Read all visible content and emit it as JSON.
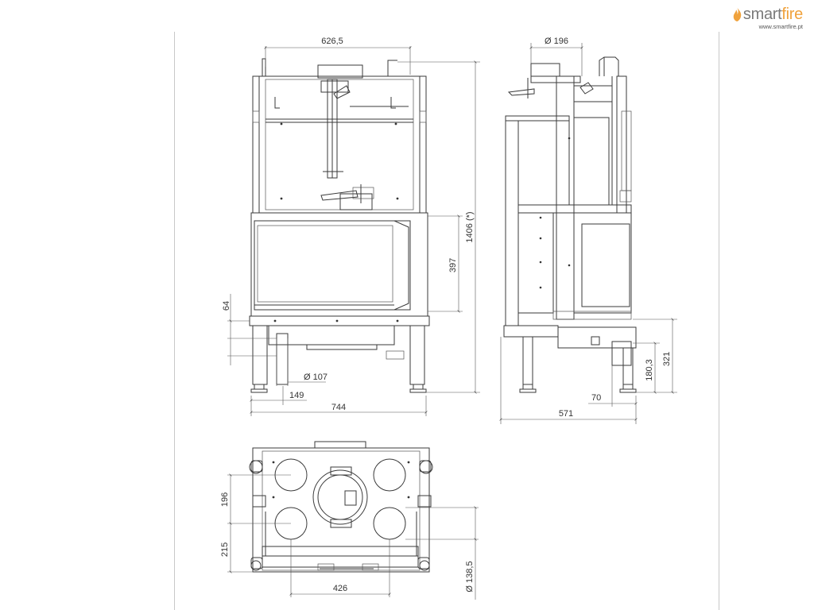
{
  "brand": {
    "name_a": "smart",
    "name_b": "fire",
    "url": "www.smartfire.pt",
    "text_color": "#7a7a7a",
    "accent": "#f0a23c"
  },
  "front_view": {
    "width_top": "626,5",
    "height_total": "1406 (*)",
    "glass_height": "397",
    "base_height": "64",
    "duct_diameter": "Ø 107",
    "duct_offset": "149",
    "width_total": "744"
  },
  "side_view": {
    "flue_diameter": "Ø 196",
    "depth_total": "571",
    "rear_offset": "70",
    "inlet_height": "180,3",
    "floor_height": "321"
  },
  "top_view": {
    "depth_front": "196",
    "depth_rear": "215",
    "inlet_spacing": "426",
    "inlet_diameter": "Ø 138,5"
  }
}
